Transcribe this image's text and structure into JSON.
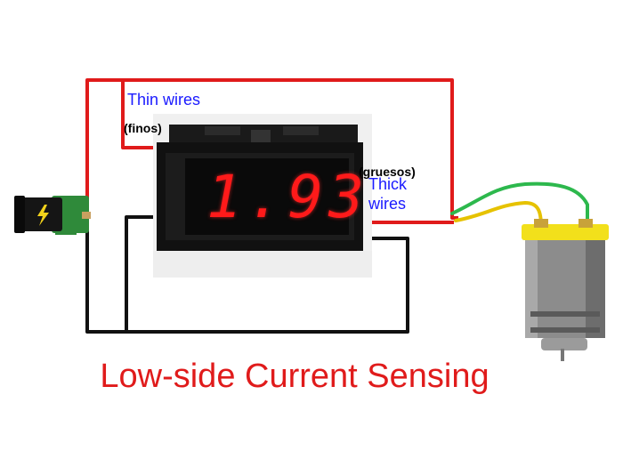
{
  "diagram": {
    "title": "Low-side Current Sensing",
    "labels": {
      "thin_wires": "Thin wires",
      "thin_wires_es": "(finos)",
      "thick_wires_line1": "Thick",
      "thick_wires_line2": "wires",
      "thick_wires_es": "(gruesos)"
    },
    "meter": {
      "reading": "1.93"
    },
    "colors": {
      "wire_positive": "#e01b1b",
      "wire_ground": "#111111",
      "wire_motor_a": "#e6c200",
      "wire_motor_b": "#2db84d",
      "label_text": "#1a1aff",
      "title_text": "#e01b1b",
      "display_digits": "#ff1a1a"
    },
    "icons": [
      "power-jack-icon",
      "lightning-icon",
      "motor-icon"
    ]
  }
}
